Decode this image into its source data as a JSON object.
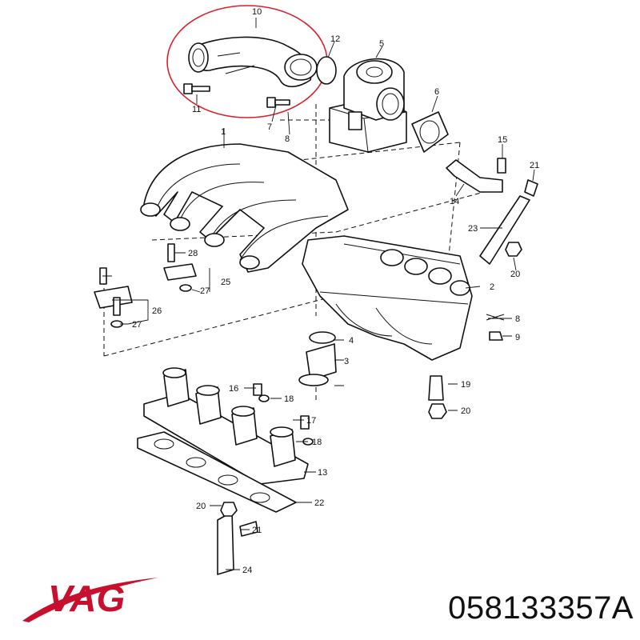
{
  "diagram": {
    "labels": [
      "10",
      "12",
      "5",
      "11",
      "7",
      "8",
      "6",
      "1",
      "15",
      "21",
      "14",
      "23",
      "20",
      "2",
      "28",
      "25",
      "27",
      "26",
      "8",
      "9",
      "4",
      "3",
      "16",
      "18",
      "17",
      "19",
      "20",
      "18",
      "13",
      "22",
      "20",
      "21",
      "24",
      "27"
    ],
    "highlight_color": "#d9202a"
  },
  "brand": {
    "logo_text": "VAG",
    "color": "#c8102e"
  },
  "part_number": "058133357A"
}
